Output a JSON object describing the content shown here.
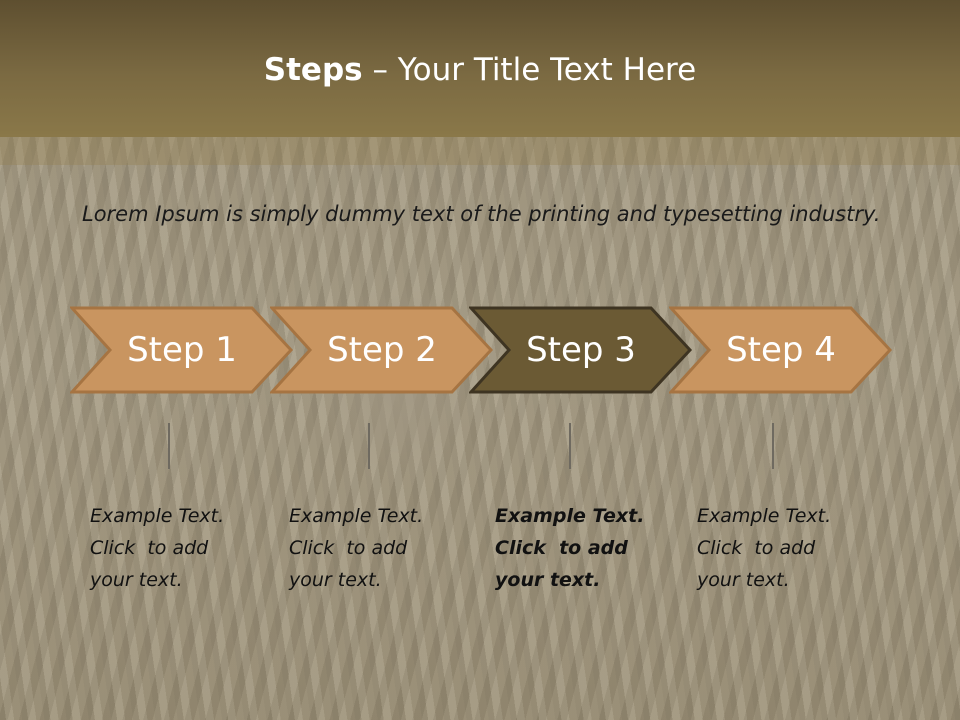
{
  "slide": {
    "title_bold": "Steps",
    "title_rest": " – Your Title Text Here",
    "intro": "Lorem Ipsum is simply dummy text of the printing and typesetting industry."
  },
  "steps": [
    {
      "label": "Step 1",
      "color": "#c99560",
      "active": false
    },
    {
      "label": "Step 2",
      "color": "#c99560",
      "active": false
    },
    {
      "label": "Step 3",
      "color": "#6b5a34",
      "active": true
    },
    {
      "label": "Step 4",
      "color": "#c99560",
      "active": false
    }
  ],
  "examples": [
    {
      "line1": "Example Text.",
      "line2": "Click  to add",
      "line3": "your text.",
      "bold": false
    },
    {
      "line1": "Example Text.",
      "line2": "Click  to add",
      "line3": "your text.",
      "bold": false
    },
    {
      "line1": "Example Text.",
      "line2": "Click  to add",
      "line3": "your text.",
      "bold": true
    },
    {
      "line1": "Example Text.",
      "line2": "Click  to add",
      "line3": "your text.",
      "bold": false
    }
  ],
  "colors": {
    "header": "#7b6a42",
    "step_fill": "#c99560",
    "step_active_fill": "#6b5a34",
    "step_border": "#a67442",
    "step_active_border": "#3e3422"
  }
}
